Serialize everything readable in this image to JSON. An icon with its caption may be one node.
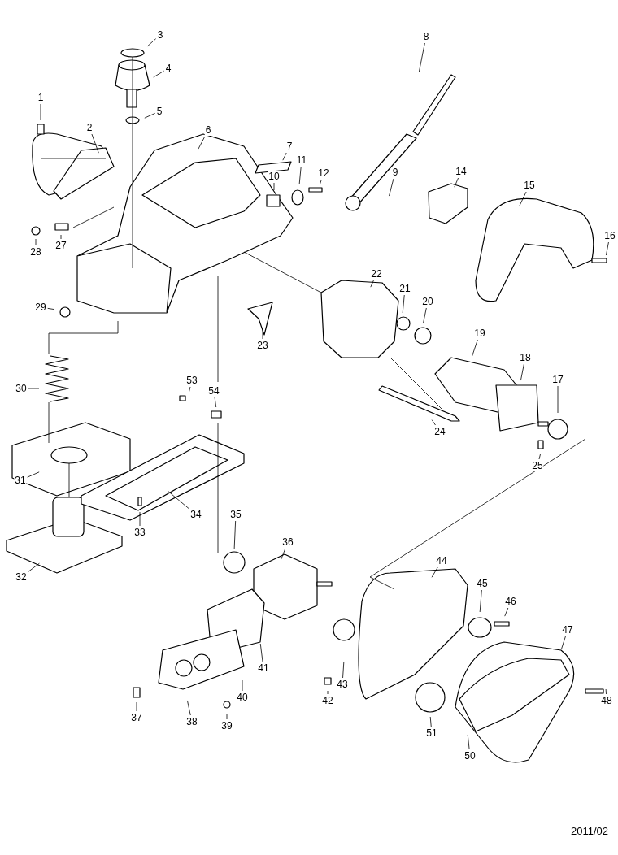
{
  "diagram": {
    "nodes": [
      {
        "text": [
          "1"
        ]
      },
      {
        "text": [
          "2"
        ]
      },
      {
        "text": [
          "3"
        ]
      },
      {
        "text": [
          "4"
        ]
      },
      {
        "text": [
          "5"
        ]
      },
      {
        "text": [
          "6"
        ]
      },
      {
        "text": [
          "7"
        ]
      },
      {
        "text": [
          "8"
        ]
      },
      {
        "text": [
          "9"
        ]
      },
      {
        "text": [
          "10"
        ]
      },
      {
        "text": [
          "11"
        ]
      },
      {
        "text": [
          "12"
        ]
      },
      {
        "text": [
          "14"
        ]
      },
      {
        "text": [
          "15"
        ]
      },
      {
        "text": [
          "16"
        ]
      },
      {
        "text": [
          "17"
        ]
      },
      {
        "text": [
          "18"
        ]
      },
      {
        "text": [
          "19"
        ]
      },
      {
        "text": [
          "20"
        ]
      },
      {
        "text": [
          "21"
        ]
      },
      {
        "text": [
          "22"
        ]
      },
      {
        "text": [
          "23"
        ]
      },
      {
        "text": [
          "24"
        ]
      },
      {
        "text": [
          "25"
        ]
      },
      {
        "text": [
          "27"
        ]
      },
      {
        "text": [
          "28"
        ]
      },
      {
        "text": [
          "29"
        ]
      },
      {
        "text": [
          "30"
        ]
      },
      {
        "text": [
          "31"
        ]
      },
      {
        "text": [
          "32"
        ]
      },
      {
        "text": [
          "33"
        ]
      },
      {
        "text": [
          "34"
        ]
      },
      {
        "text": [
          "35"
        ]
      },
      {
        "text": [
          "36"
        ]
      },
      {
        "text": [
          "37"
        ]
      },
      {
        "text": [
          "38"
        ]
      },
      {
        "text": [
          "39"
        ]
      },
      {
        "text": [
          "40"
        ]
      },
      {
        "text": [
          "41"
        ]
      },
      {
        "text": [
          "42"
        ]
      },
      {
        "text": [
          "43"
        ]
      },
      {
        "text": [
          "44"
        ]
      },
      {
        "text": [
          "45"
        ]
      },
      {
        "text": [
          "46"
        ]
      },
      {
        "text": [
          "47"
        ]
      },
      {
        "text": [
          "48"
        ]
      },
      {
        "text": [
          "50"
        ]
      },
      {
        "text": [
          "51"
        ]
      },
      {
        "text": [
          "53"
        ]
      },
      {
        "text": [
          "54"
        ]
      }
    ],
    "edges": [
      {
        "from": 0,
        "to": null,
        "arrow": "none"
      },
      {
        "from": 1,
        "to": null,
        "arrow": "none"
      },
      {
        "from": 2,
        "to": null,
        "arrow": "none"
      },
      {
        "from": 3,
        "to": null,
        "arrow": "none"
      },
      {
        "from": 4,
        "to": null,
        "arrow": "none"
      },
      {
        "from": 5,
        "to": null,
        "arrow": "none"
      },
      {
        "from": 6,
        "to": null,
        "arrow": "none"
      },
      {
        "from": 7,
        "to": null,
        "arrow": "none"
      },
      {
        "from": 8,
        "to": null,
        "arrow": "none"
      },
      {
        "from": 9,
        "to": null,
        "arrow": "none"
      },
      {
        "from": 10,
        "to": null,
        "arrow": "none"
      },
      {
        "from": 11,
        "to": null,
        "arrow": "none"
      },
      {
        "from": 12,
        "to": null,
        "arrow": "none"
      },
      {
        "from": 13,
        "to": null,
        "arrow": "none"
      },
      {
        "from": 14,
        "to": null,
        "arrow": "none"
      },
      {
        "from": 15,
        "to": null,
        "arrow": "none"
      },
      {
        "from": 16,
        "to": null,
        "arrow": "none"
      },
      {
        "from": 17,
        "to": null,
        "arrow": "none"
      },
      {
        "from": 18,
        "to": null,
        "arrow": "none"
      },
      {
        "from": 19,
        "to": null,
        "arrow": "none"
      },
      {
        "from": 20,
        "to": null,
        "arrow": "none"
      },
      {
        "from": 21,
        "to": null,
        "arrow": "none"
      },
      {
        "from": 22,
        "to": null,
        "arrow": "none"
      },
      {
        "from": 23,
        "to": null,
        "arrow": "none"
      },
      {
        "from": 24,
        "to": null,
        "arrow": "none"
      },
      {
        "from": 25,
        "to": null,
        "arrow": "none"
      },
      {
        "from": 26,
        "to": null,
        "arrow": "none"
      },
      {
        "from": 27,
        "to": null,
        "arrow": "none"
      },
      {
        "from": 28,
        "to": null,
        "arrow": "none"
      },
      {
        "from": 29,
        "to": null,
        "arrow": "none"
      },
      {
        "from": 30,
        "to": null,
        "arrow": "none"
      },
      {
        "from": 31,
        "to": null,
        "arrow": "none"
      },
      {
        "from": 32,
        "to": null,
        "arrow": "none"
      },
      {
        "from": 33,
        "to": null,
        "arrow": "none"
      },
      {
        "from": 34,
        "to": null,
        "arrow": "none"
      },
      {
        "from": 35,
        "to": null,
        "arrow": "none"
      },
      {
        "from": 36,
        "to": null,
        "arrow": "none"
      },
      {
        "from": 37,
        "to": null,
        "arrow": "none"
      },
      {
        "from": 38,
        "to": null,
        "arrow": "none"
      },
      {
        "from": 39,
        "to": null,
        "arrow": "none"
      },
      {
        "from": 40,
        "to": null,
        "arrow": "none"
      },
      {
        "from": 41,
        "to": null,
        "arrow": "none"
      },
      {
        "from": 42,
        "to": null,
        "arrow": "none"
      },
      {
        "from": 43,
        "to": null,
        "arrow": "none"
      },
      {
        "from": 44,
        "to": null,
        "arrow": "none"
      },
      {
        "from": 45,
        "to": null,
        "arrow": "none"
      },
      {
        "from": 46,
        "to": null,
        "arrow": "none"
      },
      {
        "from": 47,
        "to": null,
        "arrow": "none"
      },
      {
        "from": 48,
        "to": null,
        "arrow": "none"
      },
      {
        "from": 49,
        "to": null,
        "arrow": "none"
      }
    ],
    "labels": [
      "2011/02"
    ]
  }
}
